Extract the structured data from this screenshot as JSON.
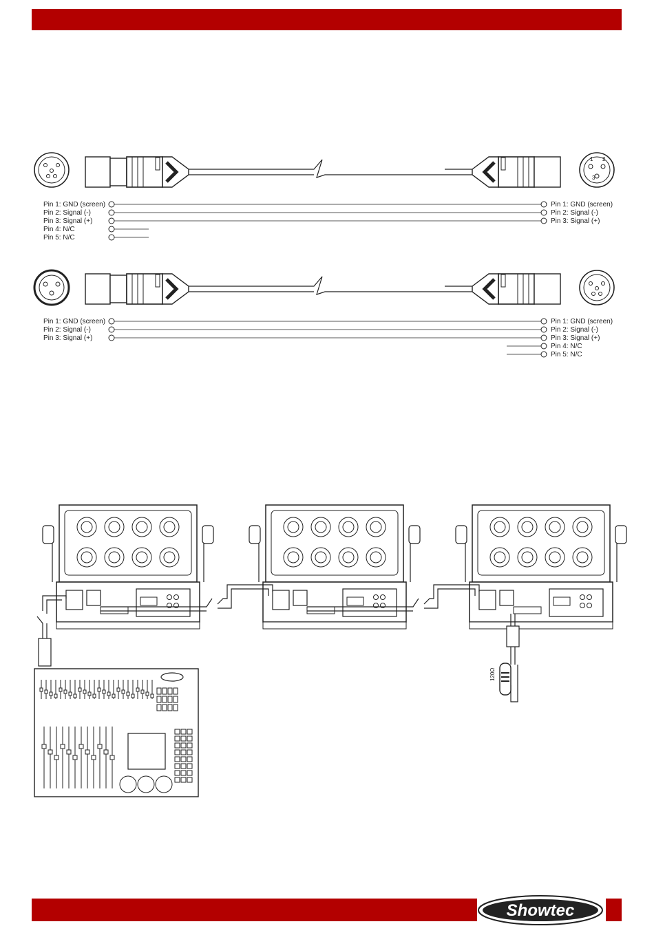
{
  "brand": {
    "name": "Showtec",
    "accent_color": "#b30000"
  },
  "cable_5to3": {
    "left_pins": [
      {
        "label": "Pin 1: GND (screen)",
        "connected": true
      },
      {
        "label": "Pin 2: Signal (-)",
        "connected": true
      },
      {
        "label": "Pin 3: Signal (+)",
        "connected": true
      },
      {
        "label": "Pin 4: N/C",
        "connected": false
      },
      {
        "label": "Pin 5: N/C",
        "connected": false
      }
    ],
    "right_pins": [
      {
        "label": "Pin 1: GND (screen)"
      },
      {
        "label": "Pin 2: Signal (-)"
      },
      {
        "label": "Pin 3: Signal (+)"
      }
    ]
  },
  "cable_3to5": {
    "left_pins": [
      {
        "label": "Pin 1: GND (screen)"
      },
      {
        "label": "Pin 2: Signal (-)"
      },
      {
        "label": "Pin 3: Signal (+)"
      }
    ],
    "right_pins": [
      {
        "label": "Pin 1: GND (screen)",
        "connected": true
      },
      {
        "label": "Pin 2: Signal (-)",
        "connected": true
      },
      {
        "label": "Pin 3: Signal (+)",
        "connected": true
      },
      {
        "label": "Pin 4: N/C",
        "connected": false
      },
      {
        "label": "Pin 5: N/C",
        "connected": false
      }
    ]
  },
  "setup": {
    "fixture_count": 3,
    "terminator_label": "120Ω"
  }
}
